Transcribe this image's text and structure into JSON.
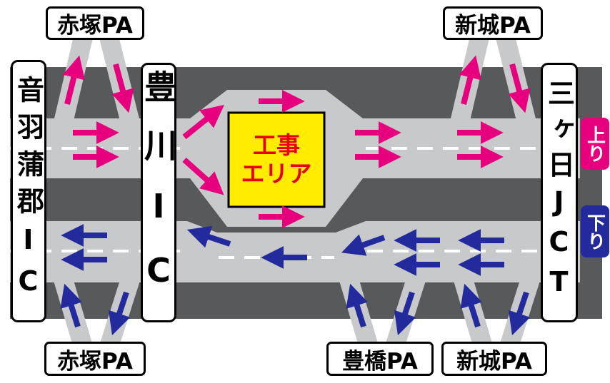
{
  "labels": {
    "pa_top_left": "赤塚PA",
    "pa_top_right": "新城PA",
    "pa_bottom_left": "赤塚PA",
    "pa_bottom_center": "豊橋PA",
    "pa_bottom_right": "新城PA",
    "ic_left": "音羽蒲郡IC",
    "ic_center": "豊川IC",
    "jct_right": "三ヶ日JCT",
    "direction_up": "上り",
    "direction_down": "下り"
  },
  "construction": {
    "line1": "工事",
    "line2": "エリア"
  },
  "colors": {
    "up_arrow": "#e6007d",
    "down_arrow": "#232b9c",
    "road_dark": "#58595b",
    "road_light": "#c8c9ca",
    "lane_divider": "#ffffff",
    "construction_bg": "#ffec00",
    "construction_fg": "#e50012"
  }
}
